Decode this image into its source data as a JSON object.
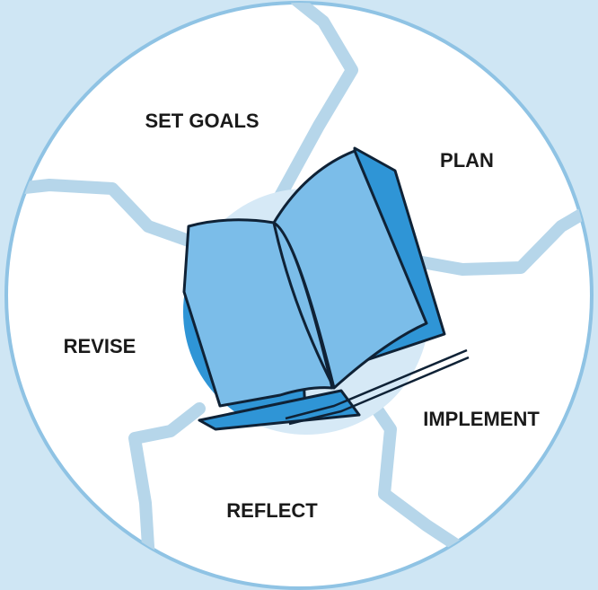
{
  "diagram": {
    "stages": [
      {
        "id": "set-goals",
        "label": "SET GOALS"
      },
      {
        "id": "plan",
        "label": "PLAN"
      },
      {
        "id": "implement",
        "label": "IMPLEMENT"
      },
      {
        "id": "reflect",
        "label": "REFLECT"
      },
      {
        "id": "revise",
        "label": "REVISE"
      }
    ],
    "center_icon": "open-book-icon"
  },
  "colors": {
    "background": "#cfe6f4",
    "circle_fill": "#ffffff",
    "circle_border": "#8fc3e4",
    "divider": "#b6d6ea",
    "hub": "#d6e9f6",
    "book_page": "#7bbde9",
    "book_back": "#2f95d6",
    "book_outline": "#0f2236"
  }
}
